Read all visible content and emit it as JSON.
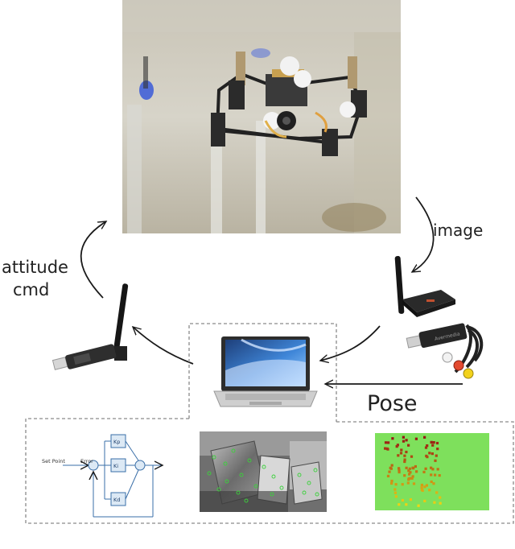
{
  "labels": {
    "image": "image",
    "attitude_line1": "attitude",
    "attitude_line2": "cmd",
    "pose": "Pose"
  },
  "pid": {
    "setpoint": "Set Point",
    "error": "Error",
    "kp": "Kp",
    "ki": "Ki",
    "kd": "Kd"
  },
  "colors": {
    "arrow": "#1a1a1a",
    "dashed_border": "#8a8a8a",
    "map_background": "#7ee05c",
    "pid_block_fill": "#dce9f5",
    "pid_block_stroke": "#3a6fa8"
  },
  "icons": [
    "quadrotor-photo",
    "usb-radio-dongle",
    "video-receiver",
    "usb-video-grabber",
    "laptop",
    "pid-block-diagram",
    "feature-tracking-image",
    "point-map"
  ]
}
